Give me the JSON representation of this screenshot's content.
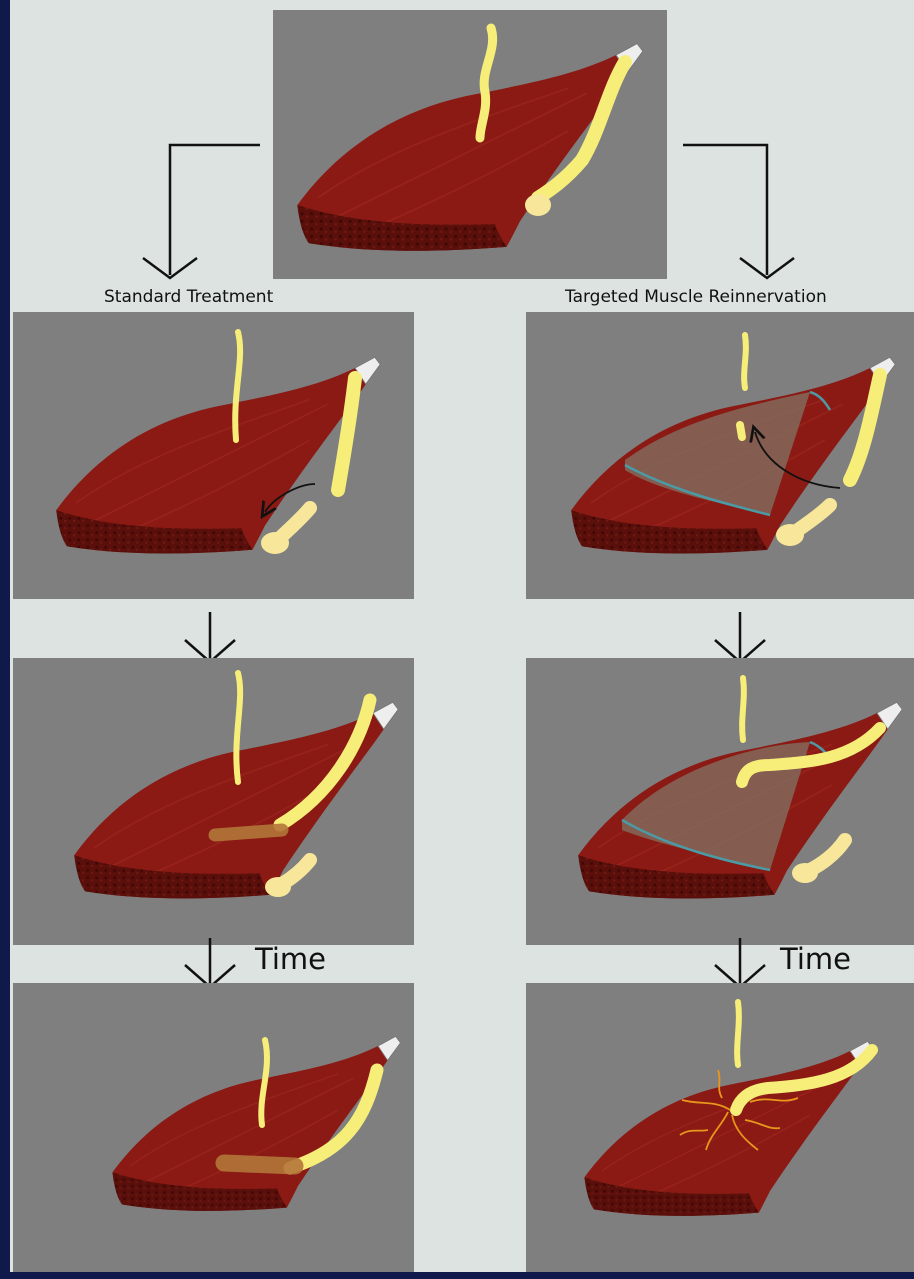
{
  "labels": {
    "standard": "Standard Treatment",
    "tmr": "Targeted Muscle Reinnervation",
    "time": "Time"
  },
  "colors": {
    "frame": "#101a4a",
    "background": "#dce3e1",
    "panel": "#7f7f7f",
    "muscle": "#8b1a14",
    "muscle_cut": "#5e0f0b",
    "nerve": "#f7ee7a",
    "bone": "#f8e79a",
    "neuroma": "#b4763a",
    "overlay": "#836a5a",
    "border_line": "#4b9ba6",
    "sprout": "#e8961c",
    "arrow": "#111111"
  },
  "panels": [
    {
      "id": "initial",
      "stage": "amputation"
    },
    {
      "id": "standard-1",
      "stage": "standard-step-1"
    },
    {
      "id": "tmr-1",
      "stage": "tmr-step-1"
    },
    {
      "id": "standard-2",
      "stage": "standard-step-2"
    },
    {
      "id": "tmr-2",
      "stage": "tmr-step-2"
    },
    {
      "id": "standard-3",
      "stage": "standard-outcome-neuroma"
    },
    {
      "id": "tmr-3",
      "stage": "tmr-outcome-reinnervation"
    }
  ]
}
